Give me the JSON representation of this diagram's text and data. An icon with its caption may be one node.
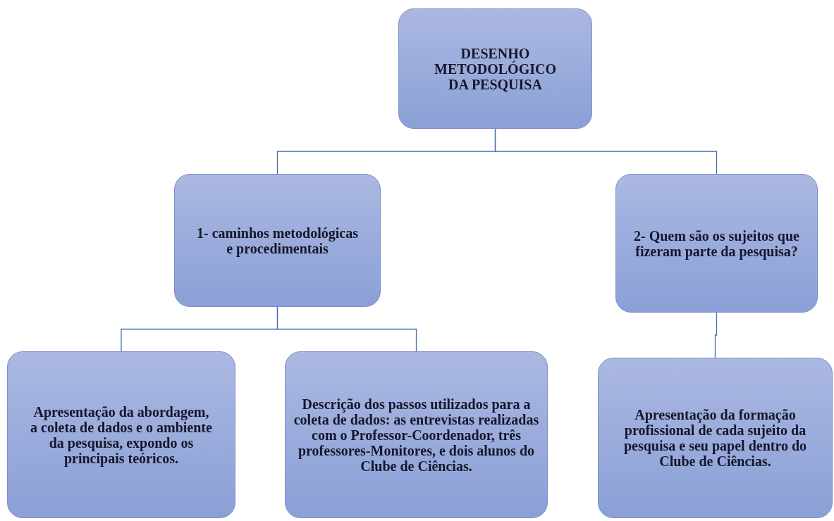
{
  "diagram": {
    "nodes": [
      {
        "text": [
          "DESENHO METODOLÓGICO DA PESQUISA"
        ]
      },
      {
        "text": [
          "1- caminhos metodológicas  e procedimentais"
        ]
      },
      {
        "text": [
          "2- Quem são os sujeitos que fizeram  parte da pesquisa?"
        ]
      },
      {
        "text": [
          "Apresentação da abordagem, a coleta de dados e o ambiente da pesquisa, expondo os principais teóricos."
        ]
      },
      {
        "text": [
          "Descrição dos passos utilizados para a coleta de dados: as entrevistas realizadas com o Professor-Coordenador, três professores-Monitores, e dois alunos do Clube de Ciências."
        ]
      },
      {
        "text": [
          "Apresentação da formação profissional de cada sujeito da pesquisa e seu papel dentro do Clube de Ciências."
        ]
      }
    ],
    "edges": [
      {
        "from": 0,
        "to": 1,
        "arrow": "none"
      },
      {
        "from": 0,
        "to": 2,
        "arrow": "none"
      },
      {
        "from": 1,
        "to": 3,
        "arrow": "none"
      },
      {
        "from": 1,
        "to": 4,
        "arrow": "none"
      },
      {
        "from": 2,
        "to": 5,
        "arrow": "none"
      }
    ]
  }
}
